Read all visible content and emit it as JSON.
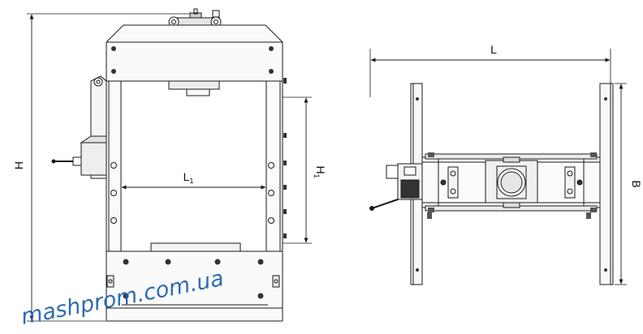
{
  "front_view": {
    "height_label": "H",
    "inner_width_label": "L",
    "inner_width_sub": "1",
    "inner_height_label": "H",
    "inner_height_sub": "1"
  },
  "top_view": {
    "length_label": "L",
    "width_label": "B"
  },
  "watermark": "mashprom.com.ua",
  "colors": {
    "line": "#1a1a1a",
    "fill_light": "#f2f2f2",
    "fill_mid": "#d9d9d9",
    "watermark": "#1f5fa8"
  }
}
